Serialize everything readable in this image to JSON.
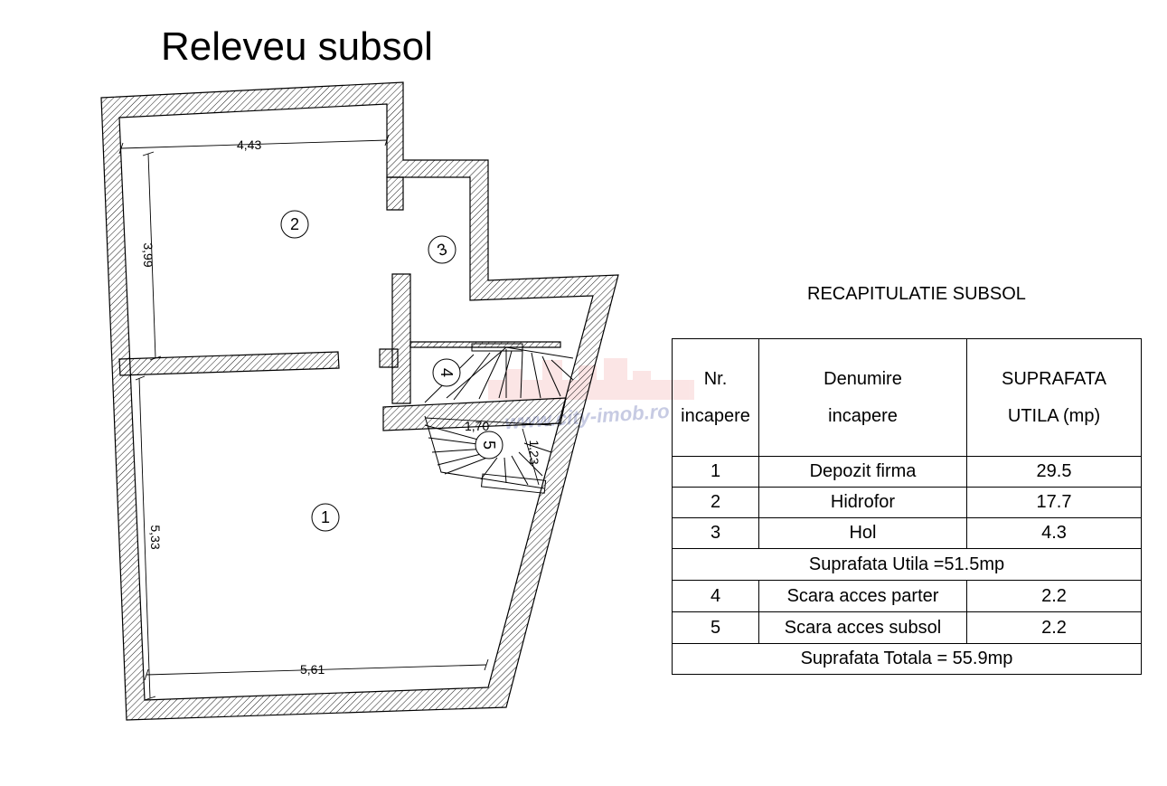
{
  "title": "Releveu subsol",
  "plan": {
    "rooms": [
      {
        "number": "1"
      },
      {
        "number": "2"
      },
      {
        "number": "3"
      },
      {
        "number": "4"
      },
      {
        "number": "5"
      }
    ],
    "dimensions": [
      "4,43",
      "3,99",
      "5,33",
      "5,61",
      "1,70",
      "1,23"
    ],
    "watermark": "www.city-imob.ro"
  },
  "summary": {
    "title": "RECAPITULATIE SUBSOL",
    "headers": {
      "nr": [
        "Nr.",
        "incapere"
      ],
      "name": [
        "Denumire",
        "incapere"
      ],
      "area": [
        "SUPRAFATA",
        "UTILA (mp)"
      ]
    },
    "rows_main": [
      {
        "nr": "1",
        "name": "Depozit firma",
        "area": "29.5"
      },
      {
        "nr": "2",
        "name": "Hidrofor",
        "area": "17.7"
      },
      {
        "nr": "3",
        "name": "Hol",
        "area": "4.3"
      }
    ],
    "subtotal": "Suprafata Utila =51.5mp",
    "rows_extra": [
      {
        "nr": "4",
        "name": "Scara acces parter",
        "area": "2.2"
      },
      {
        "nr": "5",
        "name": "Scara acces subsol",
        "area": "2.2"
      }
    ],
    "total": "Suprafata Totala = 55.9mp"
  }
}
